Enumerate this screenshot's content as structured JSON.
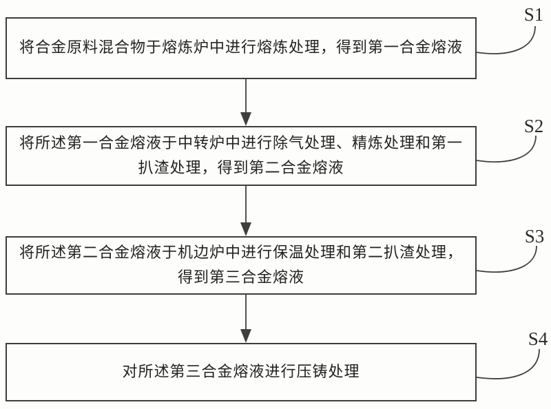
{
  "figure": {
    "colors": {
      "background": "#fdfdfb",
      "line": "#3f3f3f",
      "border": "#3d3d3d",
      "text": "#222222"
    },
    "steps": [
      {
        "id": "S1",
        "lines": [
          "将合金原料混合物于熔炼炉中进行熔炼处理，得到第一合金熔液"
        ]
      },
      {
        "id": "S2",
        "lines": [
          "将所述第一合金熔液于中转炉中进行除气处理、精炼处理和第一",
          "扒渣处理，得到第二合金熔液"
        ]
      },
      {
        "id": "S3",
        "lines": [
          "将所述第二合金熔液于机边炉中进行保温处理和第二扒渣处理，",
          "得到第三合金熔液"
        ]
      },
      {
        "id": "S4",
        "lines": [
          "对所述第三合金熔液进行压铸处理"
        ]
      }
    ]
  }
}
